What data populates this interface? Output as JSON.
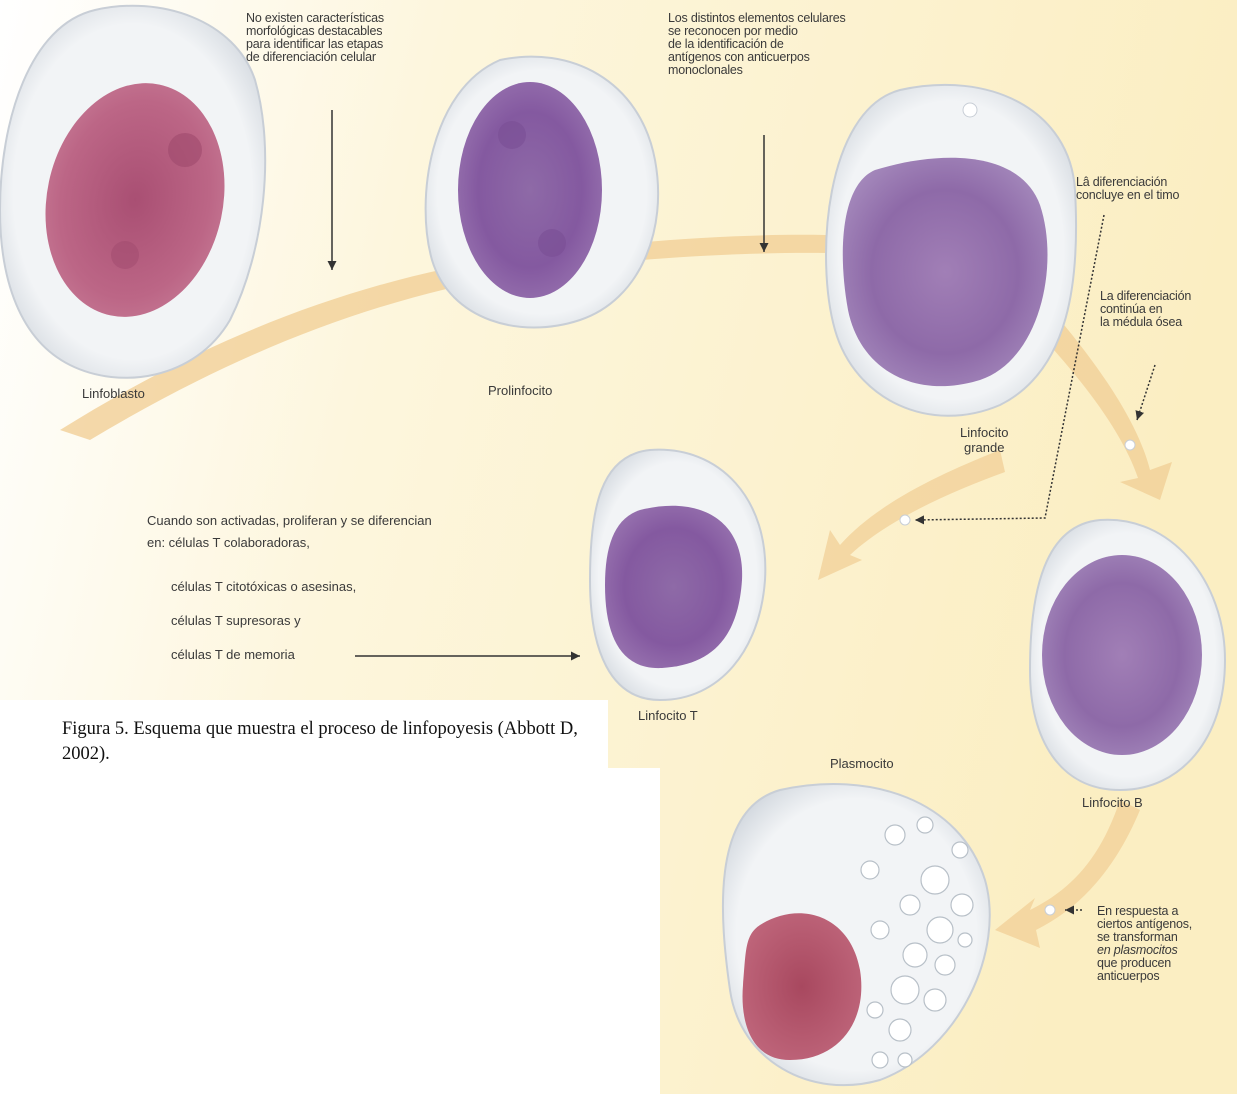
{
  "cells": {
    "linfoblasto": "Linfoblasto",
    "prolinfocito": "Prolinfocito",
    "linfocito_grande": [
      "Linfocito",
      "grande"
    ],
    "linfocito_t": "Linfocito T",
    "linfocito_b": "Linfocito B",
    "plasmocito": "Plasmocito"
  },
  "notes": {
    "no_features": [
      "No existen características",
      "morfológicas destacables",
      "para identificar las etapas",
      "de diferenciación celular"
    ],
    "antigens": [
      "Los distintos elementos celulares",
      "se reconocen por medio",
      "de la identificación de",
      "antígenos con anticuerpos",
      "monoclonales"
    ],
    "thymus": [
      "Lâ diferenciación",
      "concluye en el timo"
    ],
    "bone_marrow": [
      "La diferenciación",
      "continúa en",
      "la médula ósea"
    ],
    "activated": {
      "line1": "Cuando son activadas, proliferan y se diferencian",
      "line2": "en:  células T colaboradoras,",
      "line3": "células T citotóxicas o asesinas,",
      "line4": "células T supresoras y",
      "line5": "células T de memoria"
    },
    "plasma": [
      "En respuesta a",
      "ciertos antígenos,",
      "se transforman",
      "en plasmocitos",
      "que producen",
      "anticuerpos"
    ]
  },
  "caption": "Figura 5. Esquema  que muestra el proceso de linfopoyesis  (Abbott D, 2002).",
  "colors": {
    "background": "#fbf0c8",
    "arrow": "#f1cf97",
    "nucleus_red": "#b45a7c",
    "nucleus_purple": "#8a5f9f",
    "nucleus_plasma": "#b04e68",
    "cytoplasm": "#edf0f3"
  }
}
